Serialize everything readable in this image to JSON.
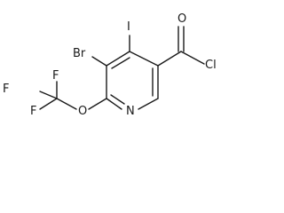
{
  "structure": {
    "atoms": {
      "iodine": "I",
      "bromine": "Br",
      "carbonyl_oxygen": "O",
      "chlorine": "Cl",
      "ring_nitrogen": "N",
      "ether_oxygen": "O",
      "fluorine_top": "F",
      "fluorine_left": "F",
      "fluorine_bottom": "F"
    },
    "colors": {
      "ink": "#1a1a1a",
      "background": "#ffffff"
    }
  }
}
